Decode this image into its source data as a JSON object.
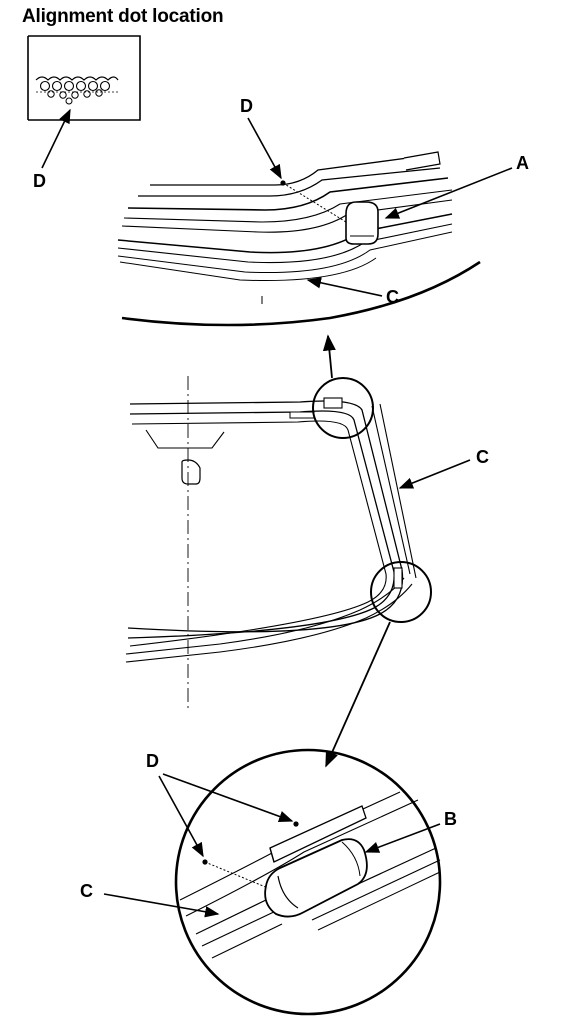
{
  "title": "Alignment dot location",
  "labels": {
    "a": "A",
    "b": "B",
    "c": "C",
    "d": "D"
  }
}
